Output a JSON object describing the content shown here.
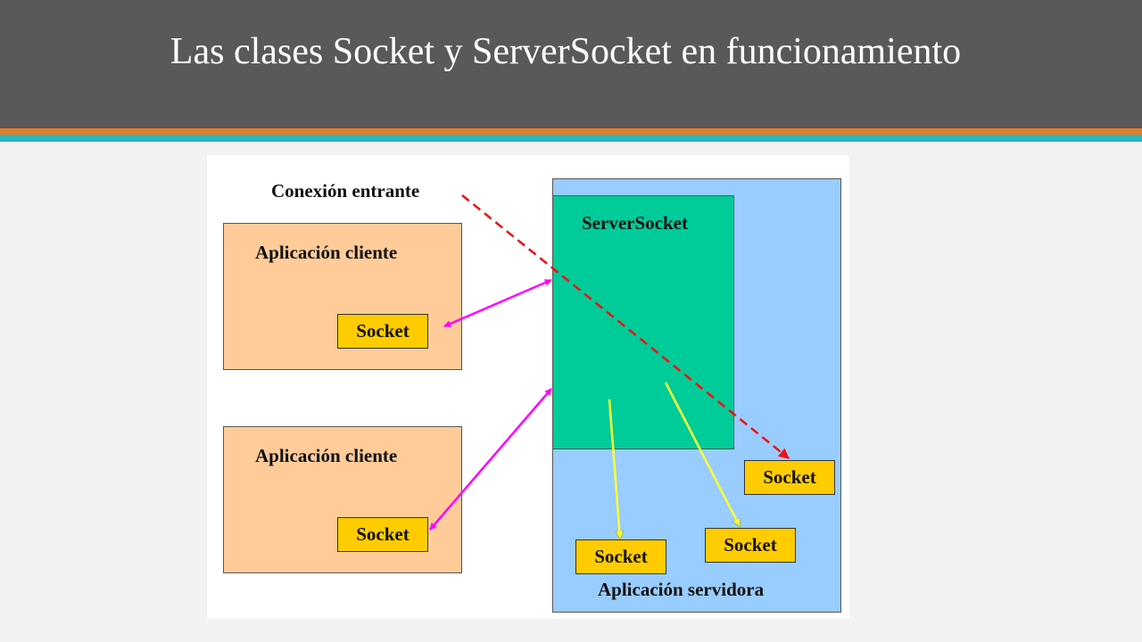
{
  "slide": {
    "title": "Las clases Socket y ServerSocket en funcionamiento"
  },
  "diagram": {
    "incoming_label": "Conexión entrante",
    "client_app_label": "Aplicación cliente",
    "server_socket_label": "ServerSocket",
    "server_app_label": "Aplicación servidora",
    "socket_label": "Socket"
  },
  "colors": {
    "header": "#595959",
    "stripe_orange": "#e67e22",
    "stripe_teal": "#26b7bf",
    "client_box": "#ffcc99",
    "server_app": "#99ccff",
    "server_socket": "#00cc99",
    "socket": "#ffcc00",
    "client_link_arrow": "#ff00ff",
    "accept_arrow": "#ffff33",
    "incoming_arrow": "#ee1111"
  }
}
